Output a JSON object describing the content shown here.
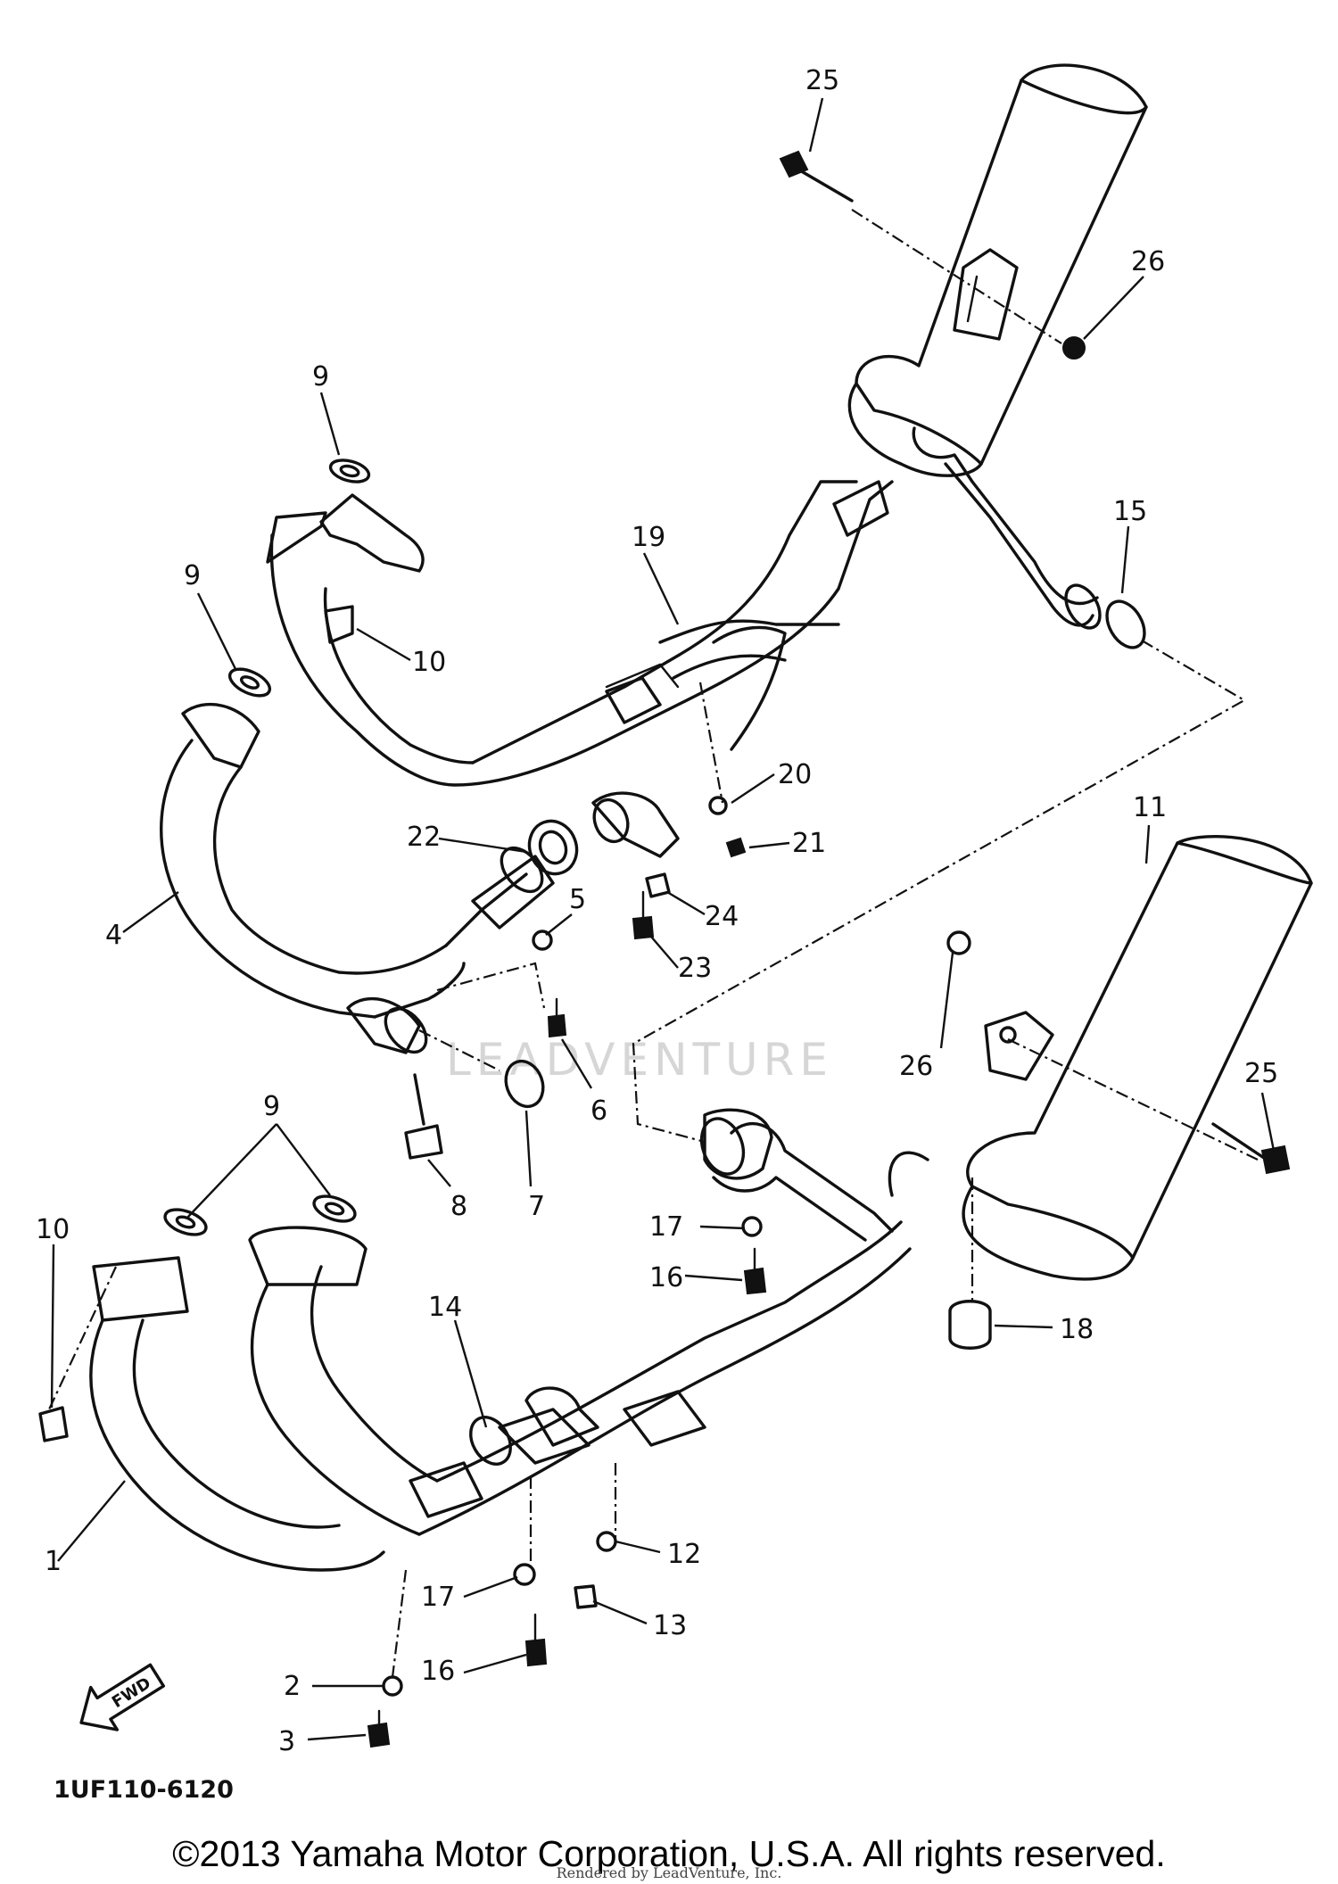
{
  "diagram": {
    "drawing_code": "1UF110-6120",
    "copyright": "©2013 Yamaha Motor Corporation, U.S.A. All rights reserved.",
    "watermark": "LEADVENTURE",
    "watermark_small": "Rendered by LeadVenture, Inc.",
    "fwd_label": "FWD",
    "callouts": [
      {
        "id": "c25a",
        "label": "25"
      },
      {
        "id": "c26a",
        "label": "26"
      },
      {
        "id": "c9a",
        "label": "9"
      },
      {
        "id": "c9b",
        "label": "9"
      },
      {
        "id": "c10a",
        "label": "10"
      },
      {
        "id": "c19",
        "label": "19"
      },
      {
        "id": "c15",
        "label": "15"
      },
      {
        "id": "c20",
        "label": "20"
      },
      {
        "id": "c21",
        "label": "21"
      },
      {
        "id": "c22",
        "label": "22"
      },
      {
        "id": "c24",
        "label": "24"
      },
      {
        "id": "c23",
        "label": "23"
      },
      {
        "id": "c11",
        "label": "11"
      },
      {
        "id": "c4",
        "label": "4"
      },
      {
        "id": "c5",
        "label": "5"
      },
      {
        "id": "c6",
        "label": "6"
      },
      {
        "id": "c7",
        "label": "7"
      },
      {
        "id": "c8",
        "label": "8"
      },
      {
        "id": "c26b",
        "label": "26"
      },
      {
        "id": "c25b",
        "label": "25"
      },
      {
        "id": "c9c",
        "label": "9"
      },
      {
        "id": "c10b",
        "label": "10"
      },
      {
        "id": "c17a",
        "label": "17"
      },
      {
        "id": "c16a",
        "label": "16"
      },
      {
        "id": "c18",
        "label": "18"
      },
      {
        "id": "c14",
        "label": "14"
      },
      {
        "id": "c1",
        "label": "1"
      },
      {
        "id": "c12",
        "label": "12"
      },
      {
        "id": "c13",
        "label": "13"
      },
      {
        "id": "c17b",
        "label": "17"
      },
      {
        "id": "c16b",
        "label": "16"
      },
      {
        "id": "c2",
        "label": "2"
      },
      {
        "id": "c3",
        "label": "3"
      }
    ]
  }
}
